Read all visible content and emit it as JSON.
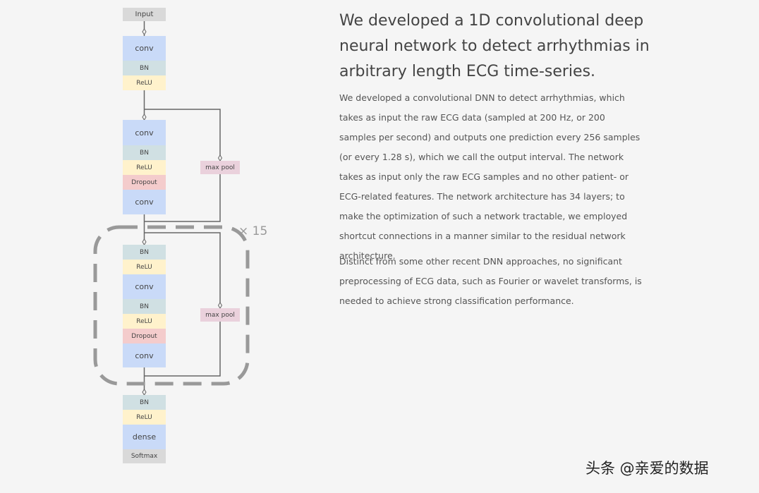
{
  "diagram": {
    "input": "Input",
    "top": {
      "conv": "conv",
      "bn": "BN",
      "relu": "ReLU"
    },
    "block1": {
      "conv1": "conv",
      "bn": "BN",
      "relu": "ReLU",
      "dropout": "Dropout",
      "conv2": "conv",
      "pool": "max pool"
    },
    "repeat_block": {
      "bn1": "BN",
      "relu1": "ReLU",
      "conv1": "conv",
      "bn2": "BN",
      "relu2": "ReLU",
      "dropout": "Dropout",
      "conv2": "conv",
      "pool": "max pool",
      "multiplier": "× 15"
    },
    "bottom": {
      "bn": "BN",
      "relu": "ReLU",
      "dense": "dense",
      "softmax": "Softmax"
    }
  },
  "article": {
    "heading": "We developed a 1D convolutional deep neural network to detect arrhythmias in arbitrary length ECG time-series.",
    "paragraph1": "We developed a convolutional DNN to detect arrhythmias, which takes as input the raw ECG data (sampled at 200 Hz, or 200 samples per second) and outputs one prediction every 256 samples (or every 1.28 s), which we call the output interval. The network takes as input only the raw ECG samples and no other patient- or ECG-related features. The network architecture has 34 layers; to make the optimization of such a network tractable, we employed shortcut connections in a manner similar to the residual network architecture.",
    "paragraph2": "Distinct from some other recent DNN approaches, no significant preprocessing of ECG data, such as Fourier or wavelet transforms, is needed to achieve strong classification performance."
  },
  "watermark": "头条 @亲爱的数据"
}
